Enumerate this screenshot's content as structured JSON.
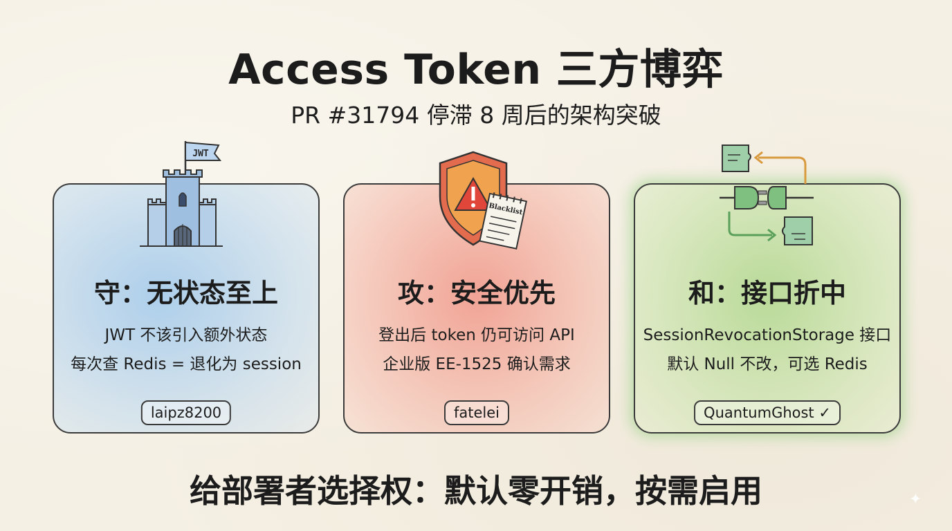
{
  "header": {
    "title": "Access Token 三方博弈",
    "subtitle": "PR #31794 停滞 8 周后的架构突破"
  },
  "cards": [
    {
      "heading": "守：无状态至上",
      "line1": "JWT 不该引入额外状态",
      "line2": "每次查 Redis = 退化为 session",
      "tag": "laipz8200",
      "icon": "castle-icon",
      "icon_flag_text": "JWT",
      "color": "#a9cbec"
    },
    {
      "heading": "攻：安全优先",
      "line1": "登出后 token 仍可访问 API",
      "line2": "企业版 EE-1525 确认需求",
      "tag": "fatelei",
      "icon": "shield-warning-icon",
      "icon_note_text": "Blacklist",
      "color": "#f2a393"
    },
    {
      "heading": "和：接口折中",
      "line1": "SessionRevocationStorage 接口",
      "line2": "默认 Null 不改，可选 Redis",
      "tag": "QuantumGhost ✓",
      "icon": "plug-connector-icon",
      "color": "#b6dc98"
    }
  ],
  "footer": {
    "text": "给部署者选择权：默认零开销，按需启用"
  }
}
